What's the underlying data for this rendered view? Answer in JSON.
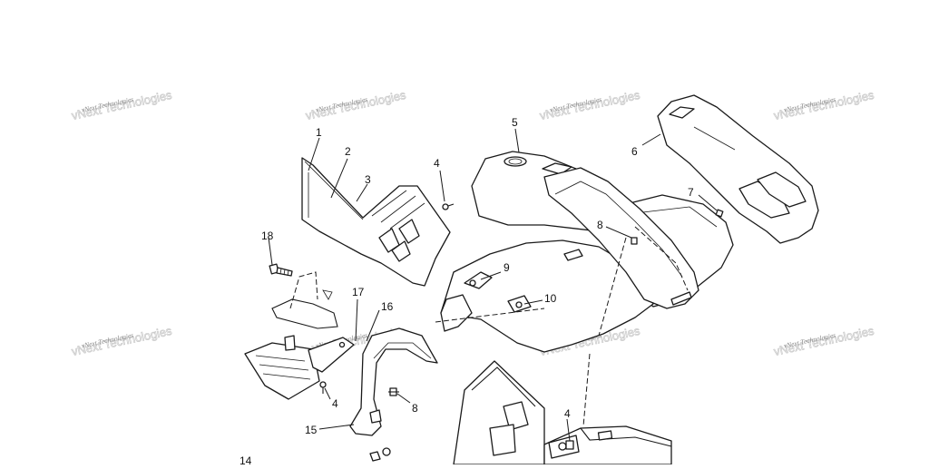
{
  "watermark": {
    "text": "vNext Technologies"
  },
  "callouts": [
    "1",
    "2",
    "3",
    "4",
    "5",
    "6",
    "7",
    "8",
    "9",
    "10",
    "17",
    "16",
    "18",
    "4",
    "8",
    "15",
    "4",
    "14"
  ],
  "colors": {
    "line": "#1a1a1a",
    "watermark": "#888888",
    "background": "#ffffff"
  }
}
